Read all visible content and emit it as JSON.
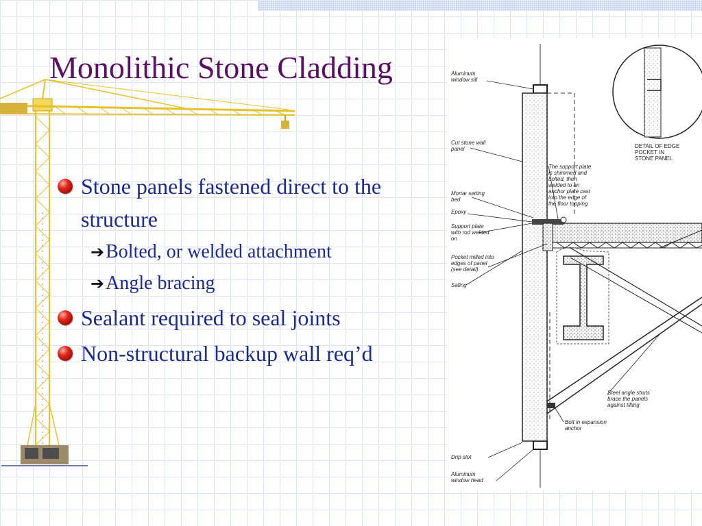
{
  "slide": {
    "title": "Monolithic Stone Cladding",
    "bullets": [
      {
        "text": "Stone panels fastened direct to the structure",
        "subitems": [
          "Bolted, or welded attachment",
          "Angle bracing"
        ]
      },
      {
        "text": "Sealant required to seal joints"
      },
      {
        "text": "Non-structural backup wall req’d"
      }
    ]
  },
  "drawing": {
    "labels": {
      "sill_1": "Aluminum",
      "sill_2": "window sill",
      "panel_1": "Cut stone wall",
      "panel_2": "panel",
      "mortar_1": "Mortar setting",
      "mortar_2": "bed",
      "epoxy": "Epoxy",
      "plate_1": "Support plate",
      "plate_2": "with rod welded",
      "plate_3": "on",
      "pocket_1": "Pocket milled into",
      "pocket_2": "edges of panel",
      "pocket_3": "(see detail)",
      "safing": "Safing",
      "drip": "Drip slot",
      "head_1": "Aluminum",
      "head_2": "window head",
      "support_1": "The support plate",
      "support_2": "is shimmed and",
      "support_3": "bolted, then",
      "support_4": "welded to an",
      "support_5": "anchor plate cast",
      "support_6": "into the edge of",
      "support_7": "the floor topping",
      "detail_1": "DETAIL OF EDGE",
      "detail_2": "POCKET IN",
      "detail_3": "STONE PANEL",
      "struts_1": "Steel angle struts",
      "struts_2": "brace the panels",
      "struts_3": "against tilting",
      "bolt_1": "Bolt in expansion",
      "bolt_2": "anchor"
    }
  },
  "colors": {
    "title": "#5a0f63",
    "body_text": "#1b2a8f",
    "bullet": "#e0291a",
    "crane": "#e8c12a",
    "grid": "#dde3f2"
  }
}
